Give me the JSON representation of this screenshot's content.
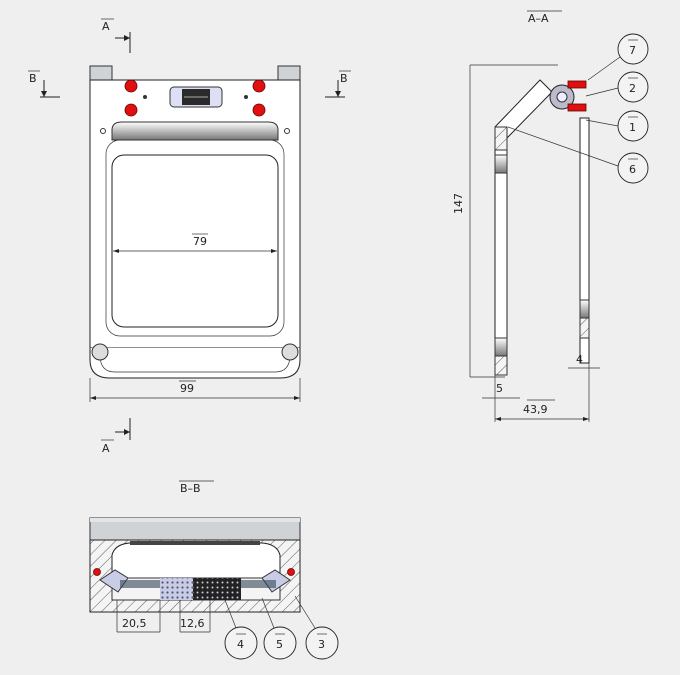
{
  "front_view": {
    "section_marker_a": "A",
    "section_marker_b": "B",
    "dim_inner_width": "79",
    "dim_outer_width": "99"
  },
  "section_aa": {
    "title": "A–A",
    "dim_height": "147",
    "dim_depth": "43,9",
    "dim_plate_right": "4",
    "dim_plate_left": "5",
    "balloons": [
      "7",
      "2",
      "1",
      "6"
    ]
  },
  "section_bb": {
    "title": "B–B",
    "dim_left": "20,5",
    "dim_center": "12,6",
    "balloons": [
      "4",
      "5",
      "3"
    ]
  },
  "colors": {
    "background": "#efefef",
    "fastener": "#e01010",
    "glass": "#dde0f5"
  }
}
